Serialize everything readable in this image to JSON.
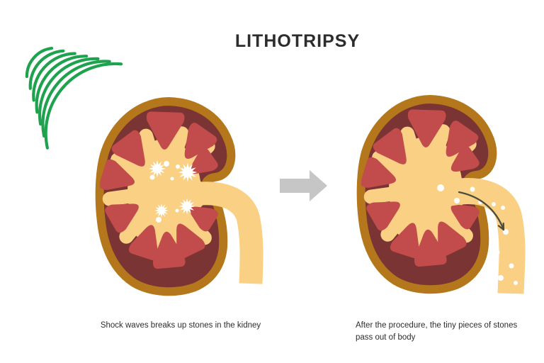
{
  "title": "LITHOTRIPSY",
  "before": {
    "caption": "Shock waves breaks up stones in the kidney"
  },
  "after": {
    "caption": "After the procedure, the tiny pieces of stones pass out of body"
  },
  "icons": {
    "shock_waves": "shock-waves-icon",
    "transform_arrow": "right-arrow-icon",
    "kidney_stones": "stone-starburst-icon",
    "stone_fragments": "stone-fragments-icon",
    "flow_arrow": "flow-down-arrow-icon"
  },
  "palette": {
    "wave_green": "#1EA24E",
    "capsule_gold": "#B4771B",
    "cortex_maroon": "#7B3434",
    "pyramid_red": "#C24B4C",
    "pelvis_yellow": "#FAD084",
    "arrow_gray": "#C6C6C6",
    "flow_dark": "#4B4B3F",
    "stone_white": "#FFFFFF",
    "text_dark": "#2D2D2D",
    "background": "#FFFFFF"
  }
}
